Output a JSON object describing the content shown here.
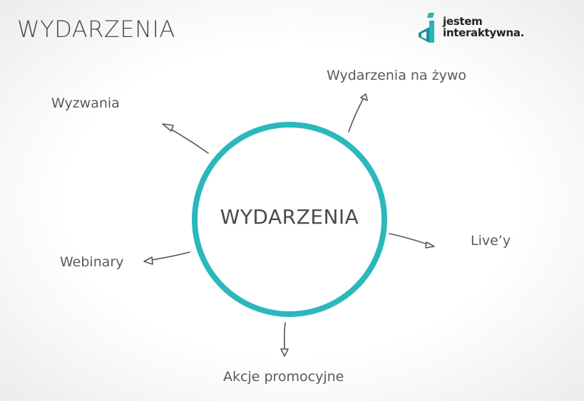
{
  "slide": {
    "title": "WYDARZENIA"
  },
  "logo": {
    "line1": "jestem",
    "line2": "interaktywna.",
    "accent_color": "#26b5b8"
  },
  "diagram": {
    "center_label": "WYDARZENIA",
    "circle_color": "#2bb8bd",
    "arrow_color": "#555555",
    "branches": [
      {
        "label": "Wydarzenia na żywo"
      },
      {
        "label": "Wyzwania"
      },
      {
        "label": "Live’y"
      },
      {
        "label": "Webinary"
      },
      {
        "label": "Akcje promocyjne"
      }
    ]
  }
}
